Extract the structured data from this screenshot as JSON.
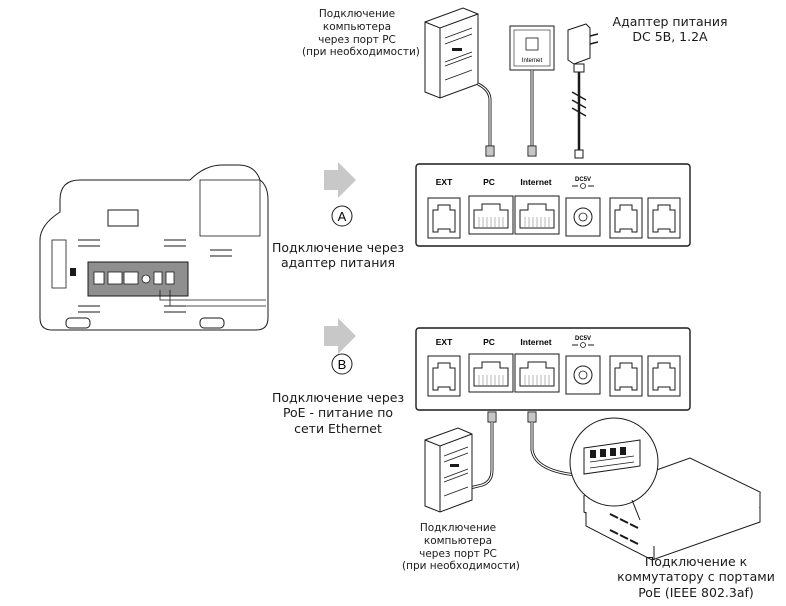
{
  "labels": {
    "pc_top": [
      "Подключение",
      "компьютера",
      "через порт PC",
      "(при необходимости)"
    ],
    "adapter": [
      "Адаптер питания",
      "DC 5В, 1.2A"
    ],
    "option_a": [
      "Подключение через",
      "адаптер питания"
    ],
    "option_b": [
      "Подключение через",
      "PoE - питание по",
      "сети Ethernet"
    ],
    "pc_bottom": [
      "Подключение",
      "компьютера",
      "через порт PC",
      "(при необходимости)"
    ],
    "switch": [
      "Подключение к",
      "коммутатору с портами",
      "PoE (IEEE 802.3af)"
    ]
  },
  "badges": {
    "a": "A",
    "b": "B"
  },
  "ports": {
    "ext": "EXT",
    "pc": "PC",
    "internet": "Internet",
    "dc": "DC5V"
  },
  "wall_jack": "Internet",
  "colors": {
    "line": "#1a1a1a",
    "arrow": "#c8c8c8",
    "panel": "#8f8f8f"
  }
}
